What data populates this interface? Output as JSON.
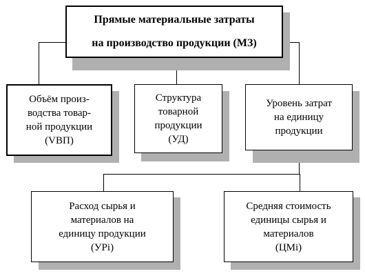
{
  "diagram": {
    "root": {
      "lines": [
        "Прямые материальные затраты",
        "на производство продукции (МЗ)"
      ]
    },
    "level1": [
      {
        "lines": [
          "Объём произ-",
          "водства товар-",
          "ной продукции",
          "(VВП)"
        ]
      },
      {
        "lines": [
          "Структура",
          "товарной",
          "продукции",
          "(УД)"
        ]
      },
      {
        "lines": [
          "Уровень затрат",
          "на единицу",
          "продукции"
        ]
      }
    ],
    "level2": [
      {
        "lines": [
          "Расход сырья и",
          "материалов на",
          "единицу продукции",
          "(УРi)"
        ]
      },
      {
        "lines": [
          "Средняя стоимость",
          "единицы сырья и",
          "материалов",
          "(ЦМi)"
        ]
      }
    ]
  }
}
